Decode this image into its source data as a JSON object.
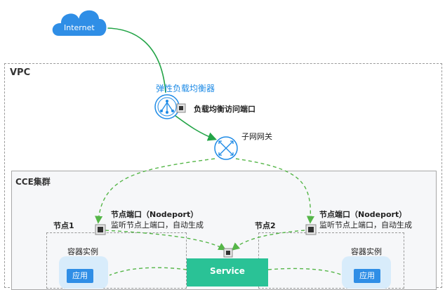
{
  "internet": {
    "label": "Internet"
  },
  "vpc": {
    "label": "VPC"
  },
  "elb": {
    "label": "弹性负载均衡器",
    "port_label": "负载均衡访问端口"
  },
  "subnet_gateway": {
    "label": "子网网关"
  },
  "cluster": {
    "label": "CCE集群"
  },
  "nodes": [
    {
      "label": "节点1",
      "nodeport_title": "节点端口（Nodeport）",
      "nodeport_desc": "监听节点上端口，自动生成",
      "container_label": "容器实例",
      "app_label": "应用"
    },
    {
      "label": "节点2",
      "nodeport_title": "节点端口（Nodeport）",
      "nodeport_desc": "监听节点上端口，自动生成",
      "container_label": "容器实例",
      "app_label": "应用"
    }
  ],
  "service": {
    "label": "Service"
  },
  "colors": {
    "accent_blue": "#1e8be6",
    "service_green": "#2ac296",
    "flow_green": "#23a447",
    "dashed_green": "#55b648",
    "container_bg": "#d8ecfb"
  },
  "icons": {
    "internet": "cloud-icon",
    "elb": "load-balancer-icon",
    "gateway": "subnet-gateway-icon",
    "port": "port-icon"
  }
}
